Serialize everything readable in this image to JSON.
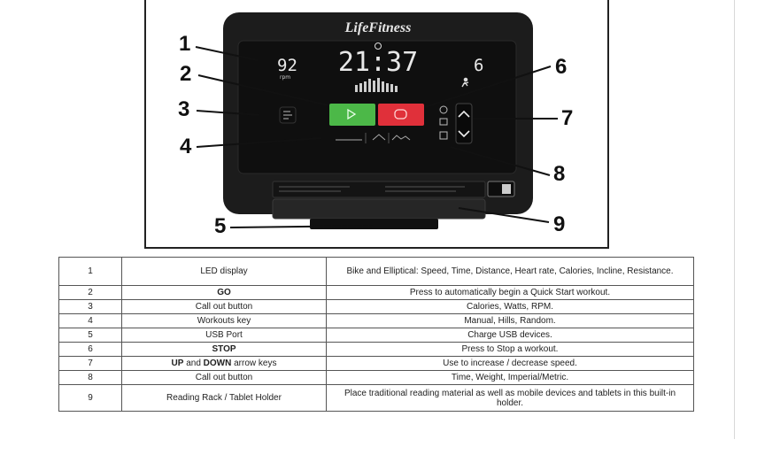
{
  "figure": {
    "brand": "LifeFitness",
    "display": {
      "left_value": "92",
      "left_unit": "rpm",
      "center_value": "21:37",
      "right_value": "6"
    },
    "callouts": [
      "1",
      "2",
      "3",
      "4",
      "5",
      "6",
      "7",
      "8",
      "9"
    ]
  },
  "legend": {
    "rows": [
      {
        "num": "1",
        "name": "LED display",
        "desc": "Bike and Elliptical: Speed, Time, Distance, Heart rate, Calories, Incline, Resistance."
      },
      {
        "num": "2",
        "name": "GO",
        "desc": "Press to automatically begin a Quick Start workout."
      },
      {
        "num": "3",
        "name": "Call out button",
        "desc": "Calories, Watts, RPM."
      },
      {
        "num": "4",
        "name": "Workouts key",
        "desc": "Manual, Hills, Random."
      },
      {
        "num": "5",
        "name": "USB Port",
        "desc": "Charge USB devices."
      },
      {
        "num": "6",
        "name": "STOP",
        "desc": "Press to Stop a workout."
      },
      {
        "num": "7",
        "name_bold_1": "UP",
        "name_mid": " and ",
        "name_bold_2": "DOWN",
        "name_tail": " arrow keys",
        "desc": "Use to increase / decrease speed."
      },
      {
        "num": "8",
        "name": "Call out button",
        "desc": "Time, Weight, Imperial/Metric."
      },
      {
        "num": "9",
        "name": "Reading Rack / Tablet Holder",
        "desc": "Place traditional reading material as well as mobile devices and tablets in this built-in holder."
      }
    ]
  },
  "colors": {
    "console": "#1c1c1c",
    "screen": "#0d0d0d",
    "led": "#e8e8e8",
    "go_button": "#4cb848",
    "stop_button": "#e0303a"
  }
}
